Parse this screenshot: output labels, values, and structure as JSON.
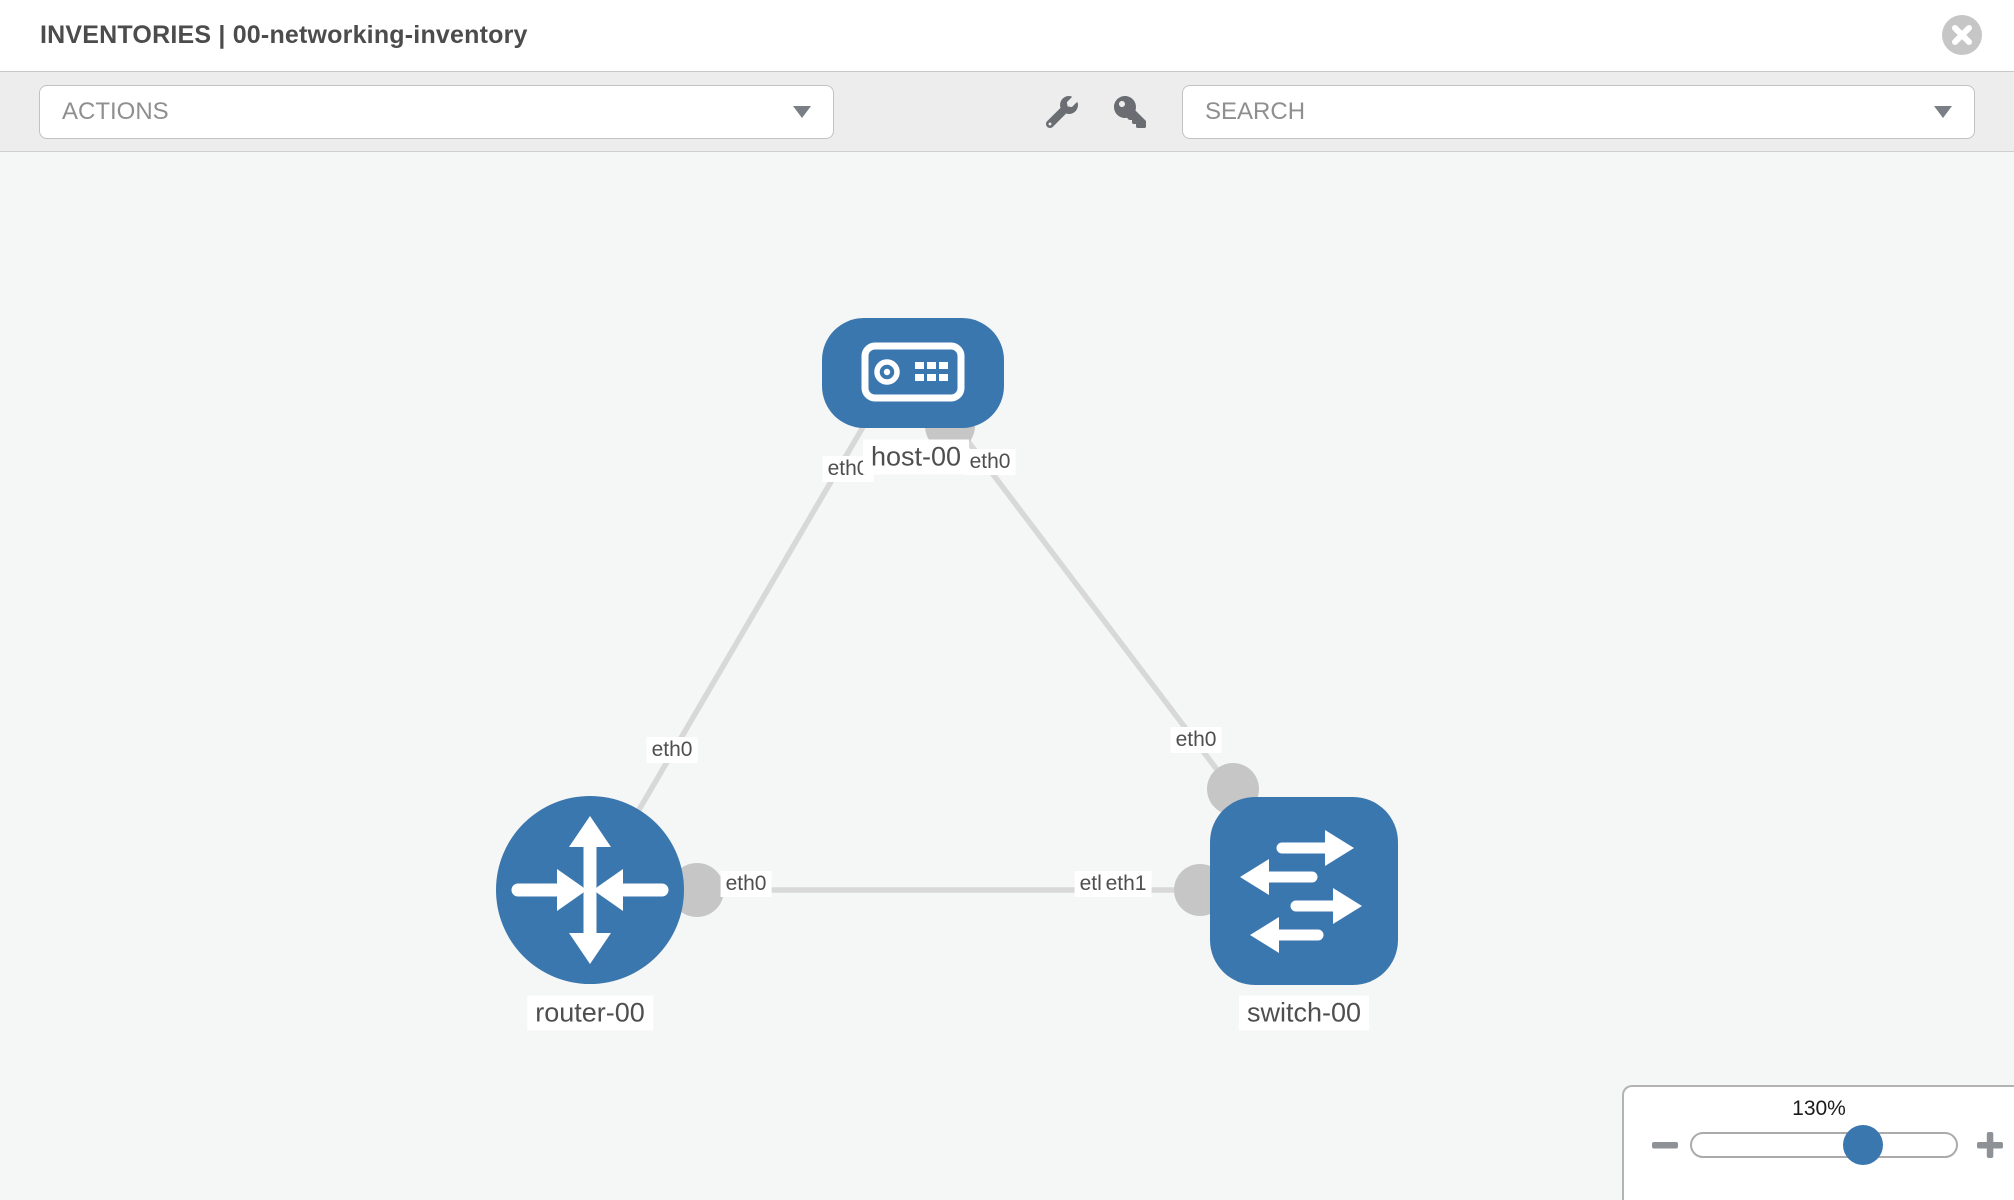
{
  "window": {
    "title": "INVENTORIES | 00-networking-inventory"
  },
  "toolbar": {
    "actions_label": "ACTIONS",
    "search_label": "SEARCH"
  },
  "icons": {
    "close": "circle-x",
    "actions_caret": "chevron-down",
    "search_caret": "chevron-down",
    "tools": "wrench",
    "credentials": "key",
    "zoom_out": "minus",
    "zoom_in": "plus",
    "host_glyph": "server",
    "router_glyph": "four-arrows",
    "switch_glyph": "exchange-arrows"
  },
  "topology": {
    "nodes": [
      {
        "id": "host-00",
        "type": "host",
        "label": "host-00"
      },
      {
        "id": "router-00",
        "type": "router",
        "label": "router-00"
      },
      {
        "id": "switch-00",
        "type": "switch",
        "label": "switch-00"
      }
    ],
    "links": [
      {
        "from": "host-00",
        "to": "router-00"
      },
      {
        "from": "host-00",
        "to": "switch-00"
      },
      {
        "from": "router-00",
        "to": "switch-00"
      }
    ],
    "interface_labels": {
      "host_left": "eth0",
      "host_right": "eth0",
      "host_router_link": "eth0",
      "host_switch_link": "eth0",
      "router_right": "eth0",
      "switch_left_back": "eth0",
      "switch_left_front": "eth1"
    }
  },
  "zoom_control": {
    "level": "130%"
  },
  "colors": {
    "node_blue": "#3b77af",
    "link_gray": "#d8d8d8",
    "connector_gray": "#c6c6c6",
    "toolbar_bg": "#ededed",
    "canvas_bg": "#f5f6f6",
    "icon_gray": "#6a6e73"
  }
}
